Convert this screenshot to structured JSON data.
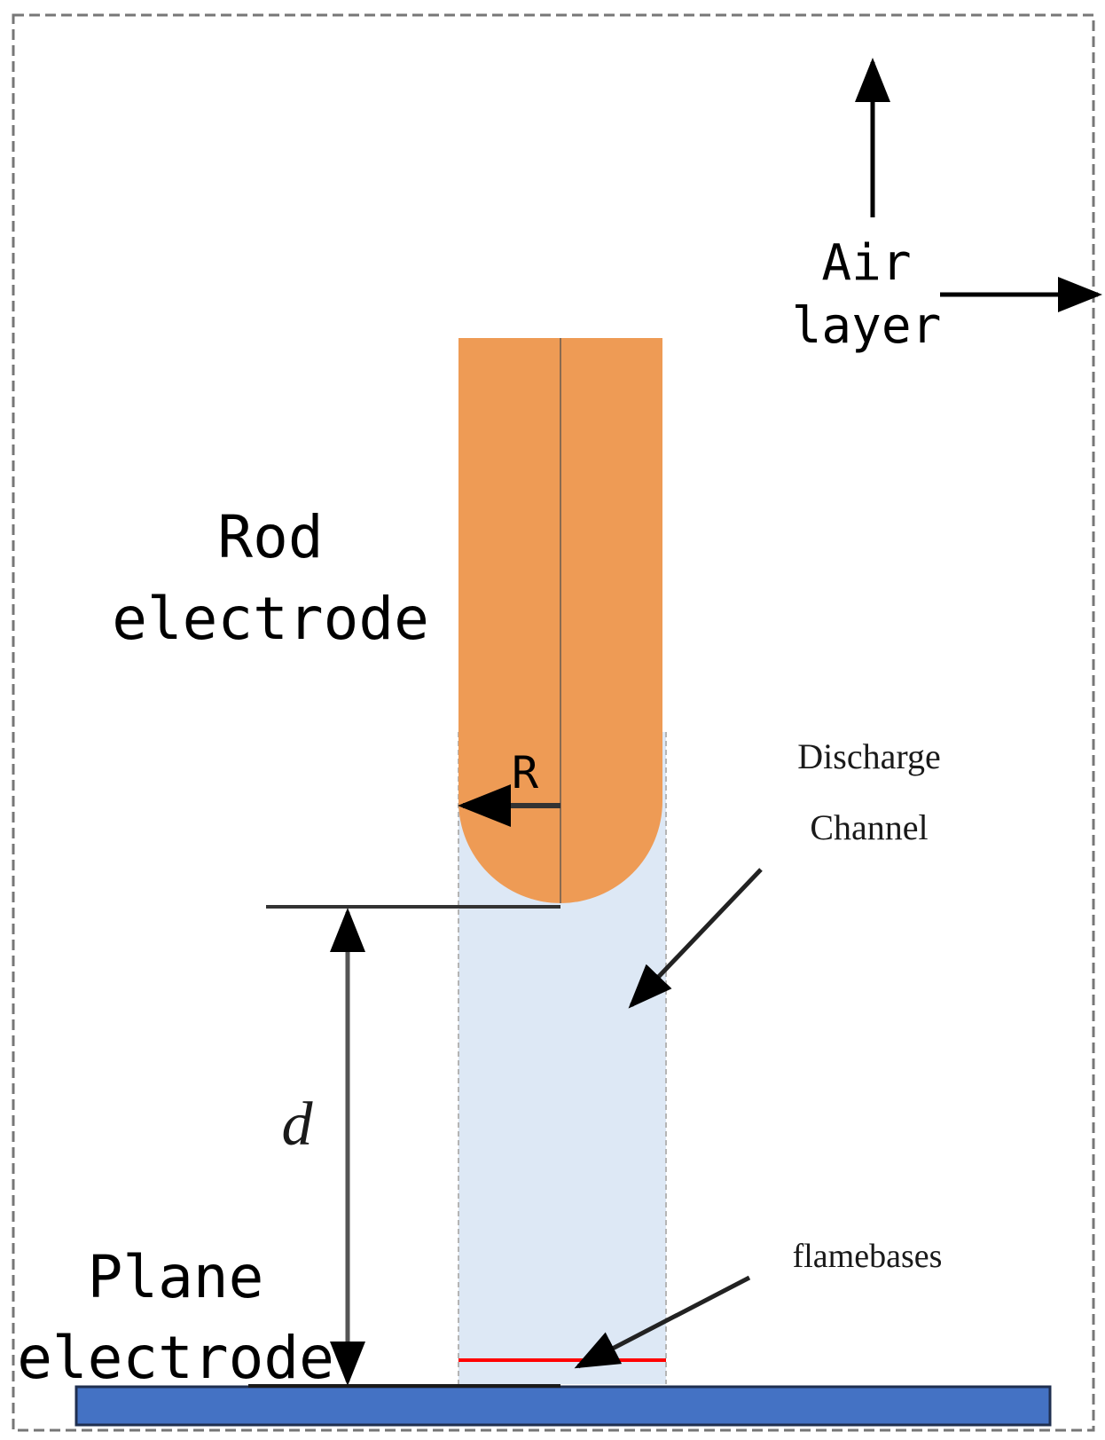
{
  "labels": {
    "air_layer_line1": "Air",
    "air_layer_line2": "layer",
    "rod_line1": "Rod",
    "rod_line2": "electrode",
    "radius": "R",
    "distance": "d",
    "discharge_line1": "Discharge",
    "discharge_line2": "Channel",
    "flame_bases": "flamebases",
    "plane_line1": "Plane",
    "plane_line2": "electrode"
  },
  "colors": {
    "rod_electrode": "#ee9b55",
    "discharge_channel": "#dde8f5",
    "plane_electrode": "#4472c4",
    "flame_bases_line": "#ff0000",
    "boundary": "#777777"
  }
}
